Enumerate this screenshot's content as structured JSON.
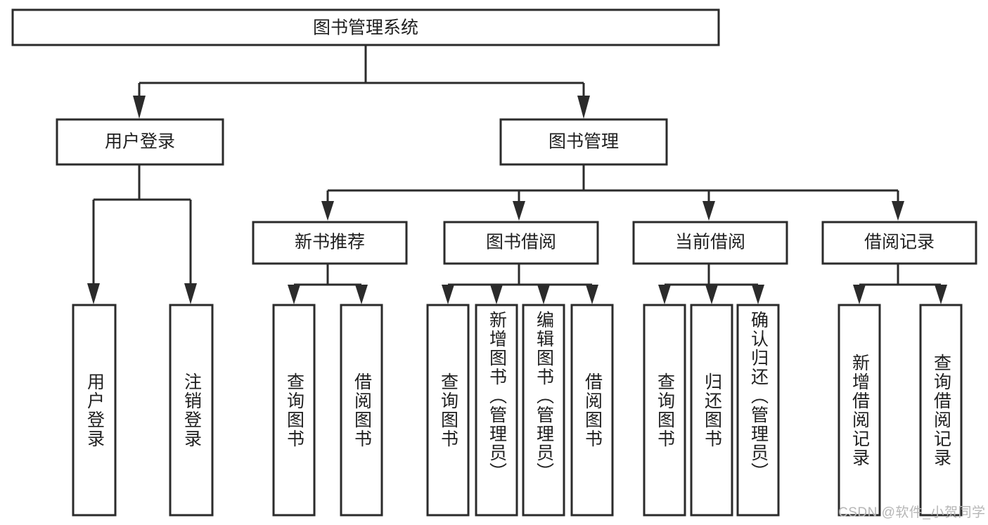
{
  "diagram": {
    "title": "图书管理系统",
    "type": "tree-hierarchy",
    "root": {
      "label": "图书管理系统",
      "id": "root-system"
    },
    "level2": [
      {
        "id": "user-login",
        "label": "用户登录"
      },
      {
        "id": "book-manage",
        "label": "图书管理"
      }
    ],
    "level3": [
      {
        "id": "new-book-recommend",
        "label": "新书推荐",
        "parent": "book-manage"
      },
      {
        "id": "book-borrow",
        "label": "图书借阅",
        "parent": "book-manage"
      },
      {
        "id": "current-borrow",
        "label": "当前借阅",
        "parent": "book-manage"
      },
      {
        "id": "borrow-record",
        "label": "借阅记录",
        "parent": "book-manage"
      }
    ],
    "leaves": [
      {
        "id": "leaf-user-login",
        "label": "用户登录",
        "parent": "user-login"
      },
      {
        "id": "leaf-logout-login",
        "label": "注销登录",
        "parent": "user-login"
      },
      {
        "id": "leaf-query-book-1",
        "label": "查询图书",
        "parent": "new-book-recommend"
      },
      {
        "id": "leaf-borrow-book-1",
        "label": "借阅图书",
        "parent": "new-book-recommend"
      },
      {
        "id": "leaf-query-book-2",
        "label": "查询图书",
        "parent": "book-borrow"
      },
      {
        "id": "leaf-add-book",
        "label": "新增图书（管理员）",
        "parent": "book-borrow"
      },
      {
        "id": "leaf-edit-book",
        "label": "编辑图书（管理员）",
        "parent": "book-borrow"
      },
      {
        "id": "leaf-borrow-book-2",
        "label": "借阅图书",
        "parent": "book-borrow"
      },
      {
        "id": "leaf-query-book-3",
        "label": "查询图书",
        "parent": "current-borrow"
      },
      {
        "id": "leaf-return-book",
        "label": "归还图书",
        "parent": "current-borrow"
      },
      {
        "id": "leaf-confirm-return",
        "label": "确认归还（管理员）",
        "parent": "current-borrow"
      },
      {
        "id": "leaf-add-record",
        "label": "新增借阅记录",
        "parent": "borrow-record"
      },
      {
        "id": "leaf-query-record",
        "label": "查询借阅记录",
        "parent": "borrow-record"
      }
    ],
    "colors": {
      "stroke": "#2b2b2b",
      "fill": "#ffffff",
      "text": "#1f1f1f",
      "watermark": "#b6b6b6"
    }
  },
  "watermark": {
    "text": "CSDN @软件_小贺同学"
  }
}
